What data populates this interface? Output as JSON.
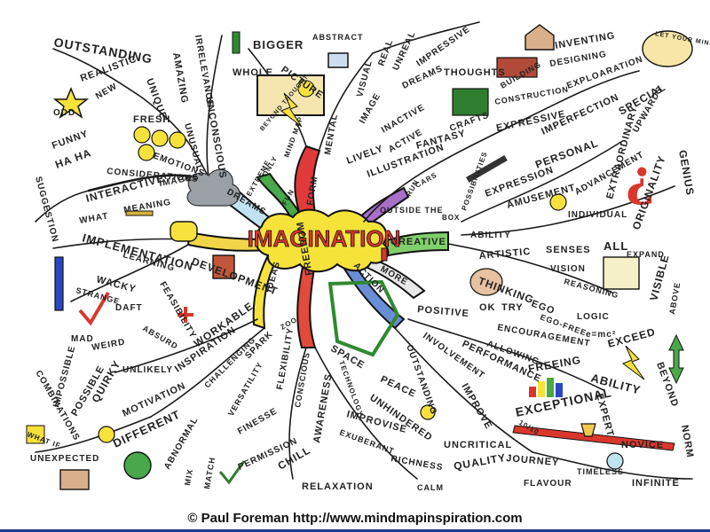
{
  "title": "IMAGINATION",
  "footer": "© Paul Foreman http://www.mindmapinspiration.com",
  "branches": {
    "dreams": "DREAMS",
    "form": "FORM",
    "creative": "CREATIVE",
    "more": "MORE",
    "action": "ACTION",
    "freedom": "FREEDOM",
    "ideas": "IDEAS",
    "develop": "DEVELOPMENT",
    "implement": "IMPLEMENTATION"
  },
  "words": {
    "outstanding_tl": "OUTSTANDING",
    "realistic": "REALISTIC",
    "new": "NEW",
    "odd": "ODD",
    "funny": "FUNNY",
    "haha": "HA HA",
    "fresh": "FRESH",
    "unique": "UNIQUE",
    "amazing": "AMAZING",
    "emotions": "EMOTIONS",
    "considerations": "CONSIDERATIONS",
    "interactive": "INTERACTIVE",
    "images": "IMAGES",
    "what": "WHAT",
    "meaning": "MEANING",
    "suggestion": "SUGGESTION",
    "irrelevance": "IRRELEVANCE",
    "unusual": "UNUSUAL",
    "unconscious": "UNCONSCIOUS",
    "bigger": "BIGGER",
    "whole": "WHOLE",
    "picture": "PICTURE",
    "abstract": "ABSTRACT",
    "beyond_thought": "BEYOND THOUGHT",
    "mindmap": "MIND MAP",
    "only": "ONLY",
    "fun": "FUN",
    "extreme": "EXTREME",
    "real": "REAL",
    "unreal": "UNREAL",
    "impressive": "IMPRESSIVE",
    "visual": "VISUAL",
    "dreams_w": "DREAMS",
    "image": "IMAGE",
    "thoughts": "THOUGHTS",
    "mental": "MENTAL",
    "lively": "LIVELY",
    "inactive": "INACTIVE",
    "active": "ACTIVE",
    "building": "BUILDING",
    "inventing": "INVENTING",
    "designing": "DESIGNING",
    "construction": "CONSTRUCTION",
    "exploration": "EXPLOARATION",
    "crafts": "CRAFTS",
    "expressive": "EXPRESSIVE",
    "fantasy": "FANTASY",
    "illustration": "ILLUSTRATION",
    "special": "SPECIAL",
    "imperfection": "IMPERFECTION",
    "personal": "PERSONAL",
    "let_mind_run": "LET YOUR MIND RUN",
    "expression": "EXPRESSION",
    "amusement": "AMUSEMENT",
    "advancement": "ADVANCEMENT",
    "upwards": "UPWARDS",
    "extraordinary": "EXTRAORDINARY",
    "genius": "GENIUS",
    "originality": "ORIGINALITY",
    "individual": "INDIVIDUAL",
    "possibilities": "POSSIBILITIES",
    "outside_the": "OUTSIDE THE",
    "box": "BOX",
    "run": "RUN",
    "cars": "CARS",
    "ability": "ABILITY",
    "artistic": "ARTISTIC",
    "senses": "SENSES",
    "all": "ALL",
    "expand": "EXPAND",
    "vision": "VISION",
    "thinking": "THINKING",
    "ego": "EGO",
    "ego_free": "EGO-FREE",
    "reasoning": "REASONING",
    "logic": "LOGIC",
    "formula": "e=mc²",
    "visible": "VISIBLE",
    "positive": "POSITIVE",
    "ok": "OK",
    "try": "TRY",
    "encouragement": "ENCOURAGEMENT",
    "allowing": "ALLOWING",
    "performance": "PERFORMANCE",
    "involvement": "INVOLVEMENT",
    "freeing": "FREEING",
    "exceed": "EXCEED",
    "above": "ABOVE",
    "ability2": "ABILITY",
    "beyond": "BEYOND",
    "norm": "NORM",
    "outstanding": "OUTSTANDING",
    "improve": "IMPROVE",
    "exceptional": "EXCEPTIONAL",
    "expert": "EXPERT",
    "novice": "NOVICE",
    "ten": "10/10",
    "peace": "PEACE",
    "unhindered": "UNHINDERED",
    "uncritical": "UNCRITICAL",
    "journey": "JOURNEY",
    "timeless": "TIMELESS",
    "infinite": "INFINITE",
    "quality": "QUALITY",
    "flavour": "FLAVOUR",
    "richness": "RICHNESS",
    "improvise": "IMPROVISE",
    "exuberant": "EXUBERANT",
    "technology": "TECHNOLOGY",
    "space": "SPACE",
    "relaxation": "RELAXATION",
    "calm": "CALM",
    "awareness": "AWARENESS",
    "conscious": "CONSCIOUS",
    "chill": "CHILL",
    "permission": "PERMISSION",
    "finesse": "FINESSE",
    "flexibility": "FLEXIBILITY",
    "versatility": "VERSATILITY",
    "spark": "SPARK",
    "challenging": "CHALLENGING",
    "zoo": "ZOO",
    "match": "MATCH",
    "mix": "MIX",
    "abnormal": "ABNORMAL",
    "different": "DIFFERENT",
    "motivation": "MOTIVATION",
    "inspiration": "INSPIRATION",
    "workable": "WORKABLE",
    "quirky": "QUIRKY",
    "unlikely": "UNLIKELY",
    "possible": "POSSIBLE",
    "impossible": "IMPOSSIBLE",
    "combinations": "COMBINATIONS",
    "weird": "WEIRD",
    "absurd": "ABSURD",
    "daft": "DAFT",
    "mad": "MAD",
    "strange": "STRANGE",
    "wacky": "WACKY",
    "learning": "LEARNING",
    "feasibility": "FEASIBILITY",
    "unexpected": "UNEXPECTED",
    "what_if": "WHAT IF"
  }
}
